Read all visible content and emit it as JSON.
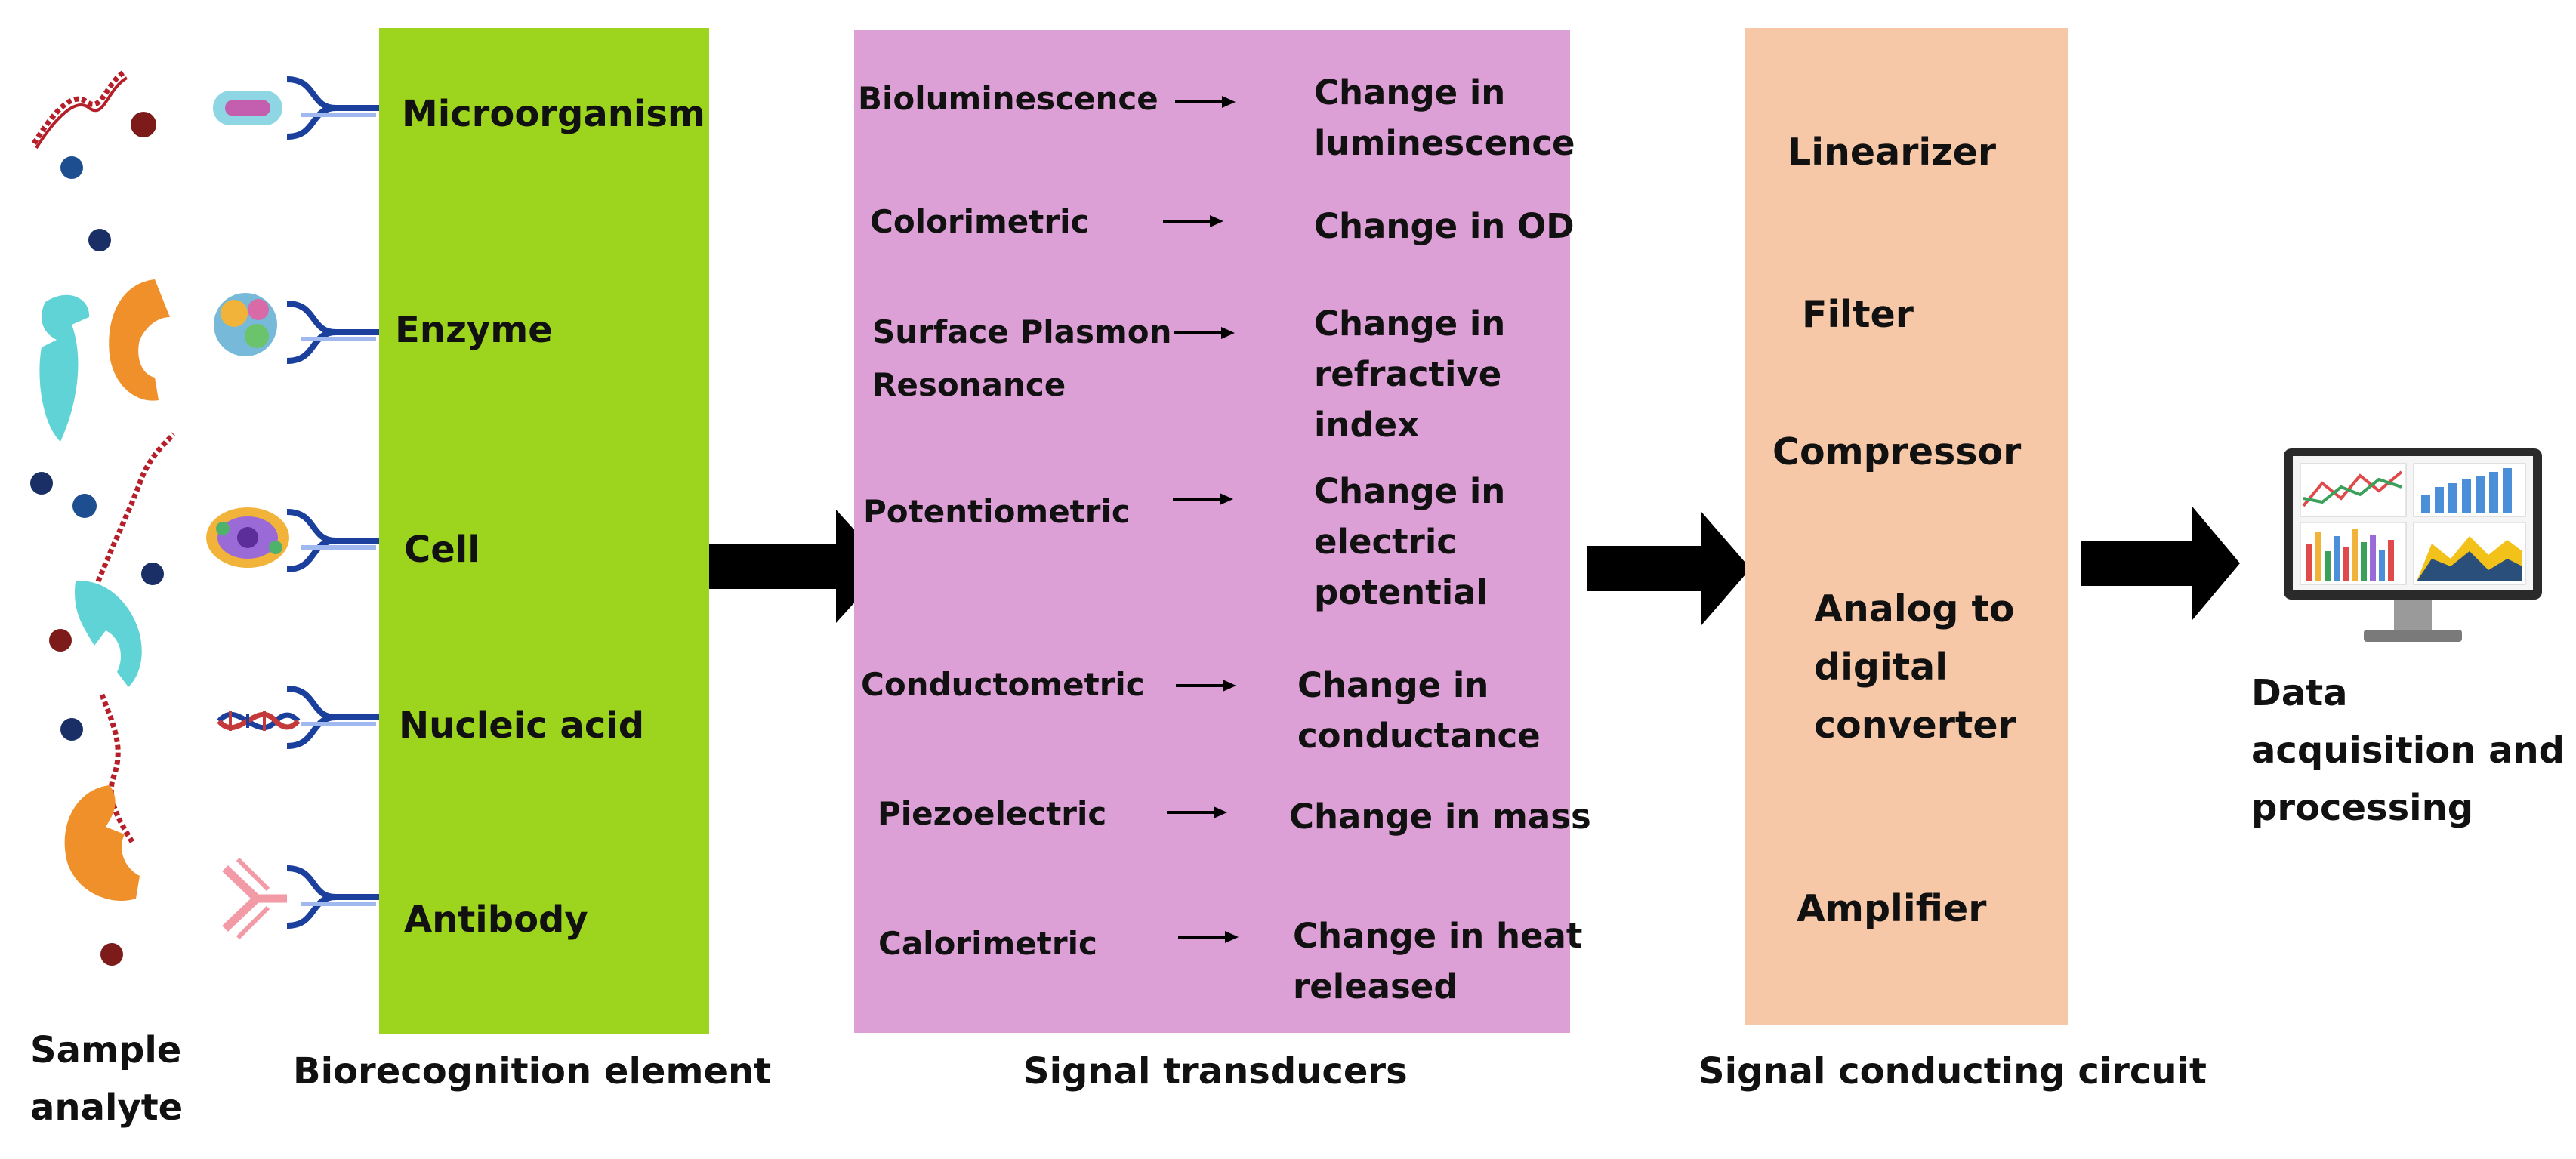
{
  "colors": {
    "biorecognition_panel": "#9dd41e",
    "transducer_panel": "#dda0d6",
    "circuit_panel": "#f6c8a8",
    "arrow": "#000000",
    "receptor": "#1b3f9c",
    "dna_red": "#b51f2a",
    "dark_red_dot": "#7d1a1a",
    "blue_dot": "#1d4e90",
    "orange_enzyme": "#f0902a",
    "cyan_enzyme": "#5fd3d6",
    "antibody_pink": "#f29aa6"
  },
  "analytes": {
    "icons": [
      "dna-strand-icon",
      "molecule-dot-icon",
      "enzyme-fragment-icon"
    ]
  },
  "biorecognition": {
    "items": [
      {
        "label": "Microorganism",
        "icon": "bacterium-icon"
      },
      {
        "label": "Enzyme",
        "icon": "enzyme-protein-icon"
      },
      {
        "label": "Cell",
        "icon": "cell-icon"
      },
      {
        "label": "Nucleic acid",
        "icon": "dna-helix-icon"
      },
      {
        "label": "Antibody",
        "icon": "antibody-icon"
      }
    ]
  },
  "transducers": {
    "items": [
      {
        "method": [
          "Bioluminescence"
        ],
        "result": [
          "Change in",
          "luminescence"
        ]
      },
      {
        "method": [
          "Colorimetric"
        ],
        "result": [
          "Change in OD"
        ]
      },
      {
        "method": [
          "Surface Plasmon",
          "Resonance"
        ],
        "result": [
          "Change in",
          "refractive",
          "index"
        ]
      },
      {
        "method": [
          "Potentiometric"
        ],
        "result": [
          "Change in",
          "electric",
          "potential"
        ]
      },
      {
        "method": [
          "Conductometric"
        ],
        "result": [
          "Change in",
          "conductance"
        ]
      },
      {
        "method": [
          "Piezoelectric"
        ],
        "result": [
          "Change in mass"
        ]
      },
      {
        "method": [
          "Calorimetric"
        ],
        "result": [
          "Change in heat",
          "released"
        ]
      }
    ]
  },
  "circuit": {
    "items": [
      [
        "Linearizer"
      ],
      [
        "Filter"
      ],
      [
        "Compressor"
      ],
      [
        "Analog to",
        "digital",
        "converter"
      ],
      [
        "Amplifier"
      ]
    ]
  },
  "output": {
    "label": [
      "Data",
      "acquisition and",
      "processing"
    ],
    "icon": "computer-monitor-charts-icon"
  },
  "captions": {
    "sample": [
      "Sample",
      "analyte"
    ],
    "biorecognition": "Biorecognition element",
    "transducers": "Signal transducers",
    "circuit": "Signal conducting circuit"
  }
}
